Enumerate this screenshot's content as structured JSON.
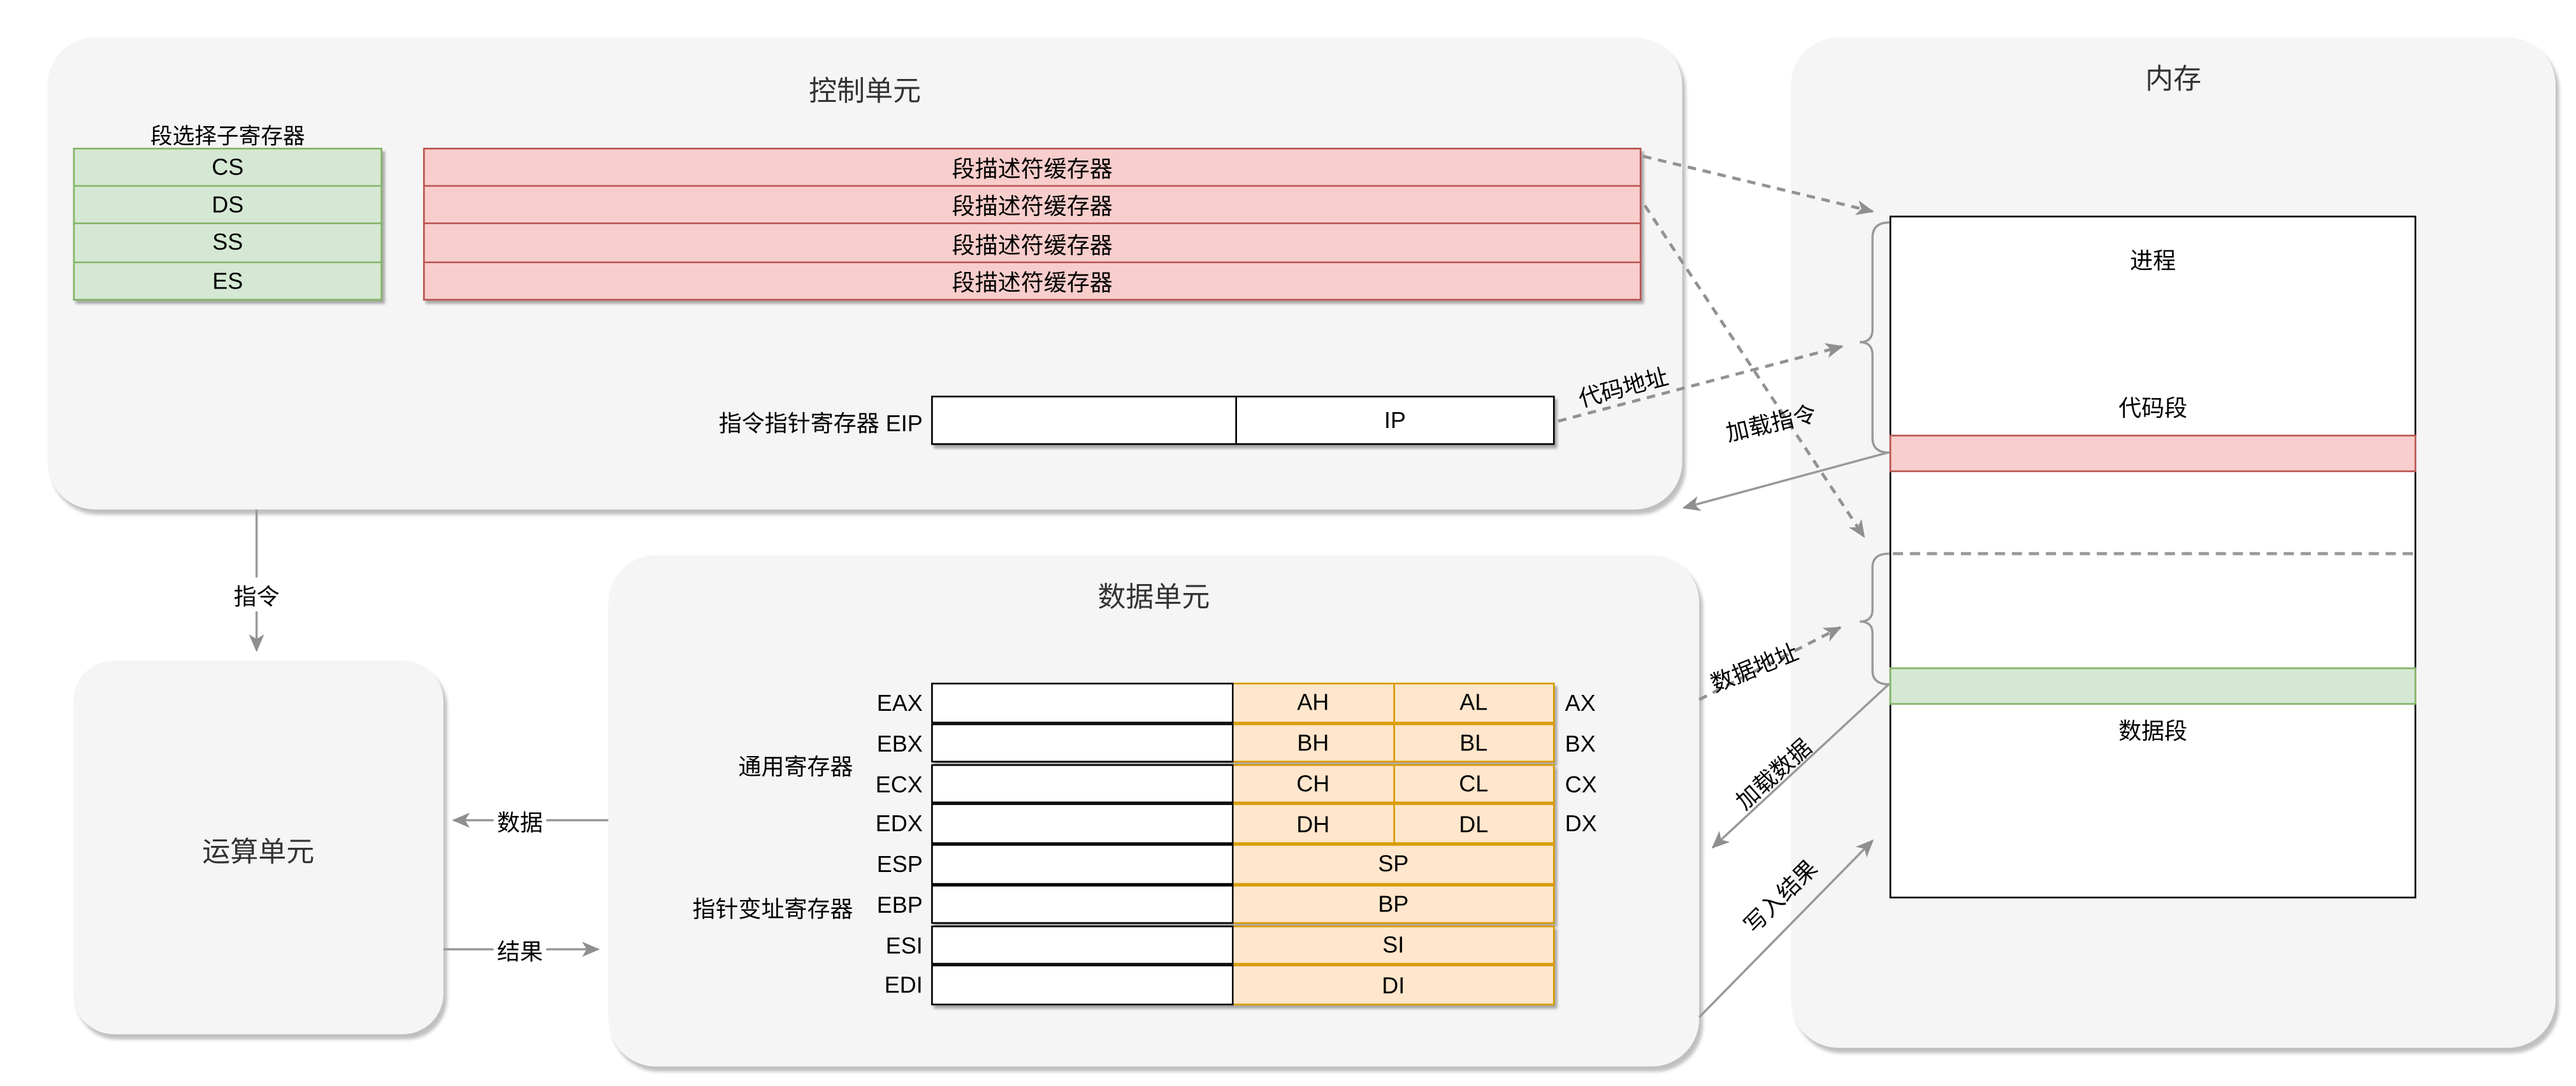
{
  "control_unit": {
    "title": "控制单元",
    "segment_selector_label": "段选择子寄存器",
    "segment_selectors": [
      "CS",
      "DS",
      "SS",
      "ES"
    ],
    "descriptor_cache_rows": [
      "段描述符缓存器",
      "段描述符缓存器",
      "段描述符缓存器",
      "段描述符缓存器"
    ],
    "eip_label": "指令指针寄存器  EIP",
    "ip_cell": "IP"
  },
  "alu": {
    "title": "运算单元"
  },
  "data_unit": {
    "title": "数据单元",
    "general_registers_label": "通用寄存器",
    "pointer_index_registers_label": "指针变址寄存器",
    "registers": [
      {
        "name": "EAX",
        "high": "AH",
        "low": "AL",
        "right": "AX"
      },
      {
        "name": "EBX",
        "high": "BH",
        "low": "BL",
        "right": "BX"
      },
      {
        "name": "ECX",
        "high": "CH",
        "low": "CL",
        "right": "CX"
      },
      {
        "name": "EDX",
        "high": "DH",
        "low": "DL",
        "right": "DX"
      },
      {
        "name": "ESP",
        "merged": "SP"
      },
      {
        "name": "EBP",
        "merged": "BP"
      },
      {
        "name": "ESI",
        "merged": "SI"
      },
      {
        "name": "EDI",
        "merged": "DI"
      }
    ]
  },
  "memory": {
    "title": "内存",
    "process_label": "进程",
    "code_segment_label": "代码段",
    "data_segment_label": "数据段"
  },
  "edges": {
    "instruction": "指令",
    "data": "数据",
    "result": "结果",
    "code_address": "代码地址",
    "load_instruction": "加载指令",
    "data_address": "数据地址",
    "load_data": "加载数据",
    "write_result": "写入结果"
  },
  "colors": {
    "container_fill": "#f5f5f5",
    "green_fill": "#d5e8d4",
    "green_border": "#82b366",
    "red_fill": "#f8cecc",
    "red_border": "#b85450",
    "orange_fill": "#ffe6cc",
    "orange_border": "#d79b00",
    "connector": "#999999"
  }
}
